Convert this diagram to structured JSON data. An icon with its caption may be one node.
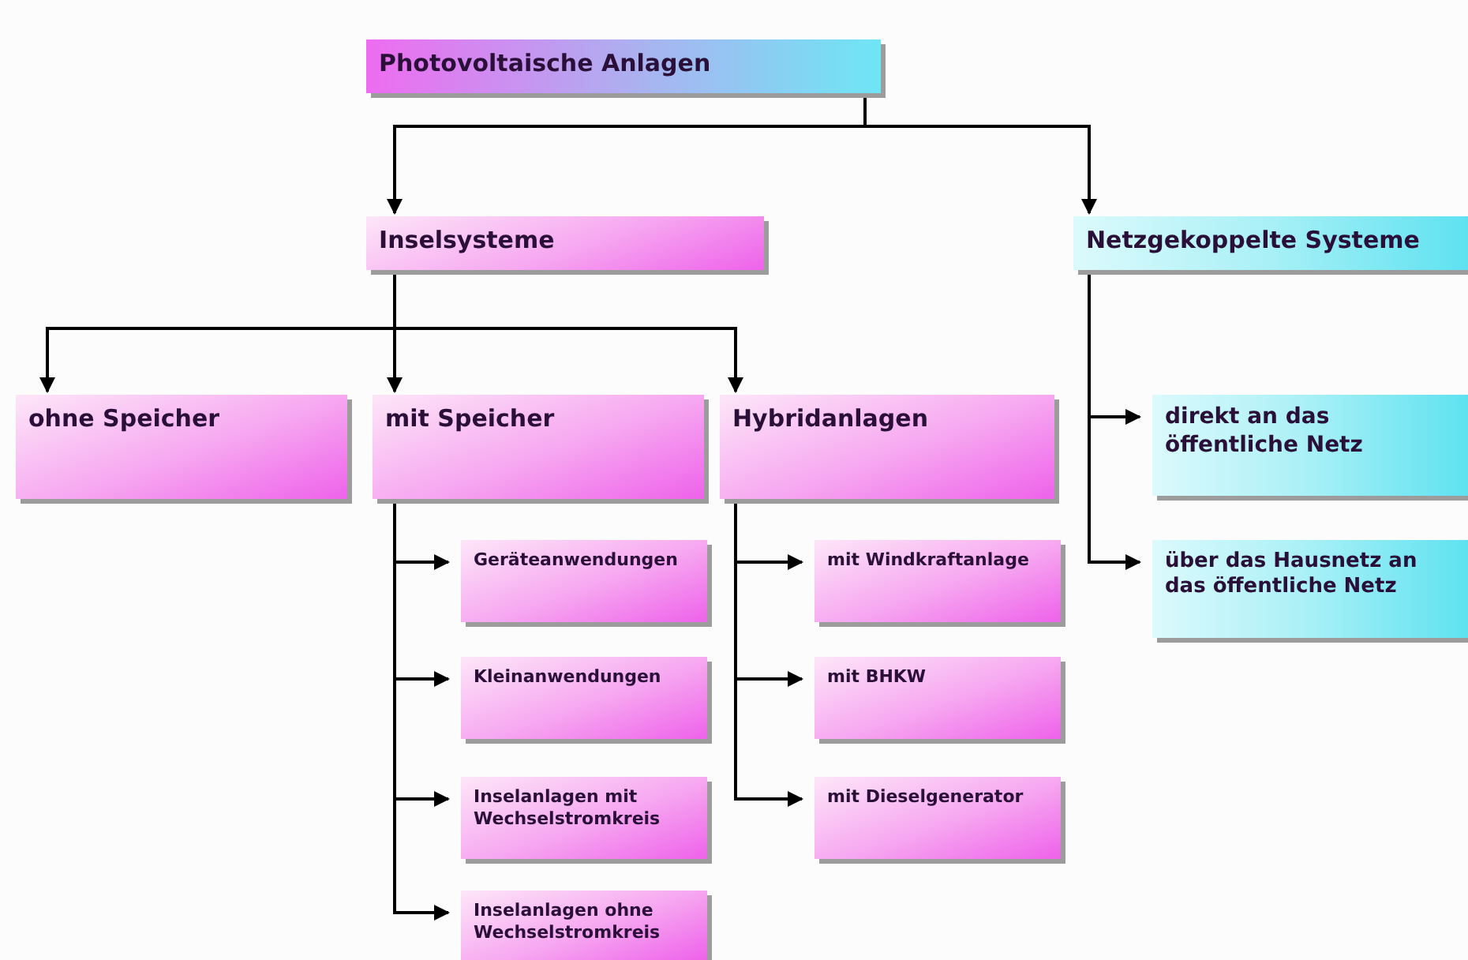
{
  "diagram": {
    "nodes": [
      {
        "text": [
          "Photovoltaische Anlagen"
        ]
      },
      {
        "text": [
          "Inselsysteme"
        ]
      },
      {
        "text": [
          "Netzgekoppelte Systeme"
        ]
      },
      {
        "text": [
          "ohne Speicher"
        ]
      },
      {
        "text": [
          "mit Speicher"
        ]
      },
      {
        "text": [
          "Hybridanlagen"
        ]
      },
      {
        "text": [
          "Geräteanwendungen"
        ]
      },
      {
        "text": [
          "Kleinanwendungen"
        ]
      },
      {
        "text": [
          "Inselanlagen mit Wechselstromkreis"
        ]
      },
      {
        "text": [
          "Inselanlagen ohne Wechselstromkreis"
        ]
      },
      {
        "text": [
          "mit Windkraftanlage"
        ]
      },
      {
        "text": [
          "mit BHKW"
        ]
      },
      {
        "text": [
          "mit Dieselgenerator"
        ]
      },
      {
        "text": [
          "direkt an das öffentliche Netz"
        ]
      },
      {
        "text": [
          "über das Hausnetz an das öffentliche Netz"
        ]
      }
    ],
    "edges": [
      {
        "from": 0,
        "to": 1,
        "arrow": "to"
      },
      {
        "from": 0,
        "to": 2,
        "arrow": "to"
      },
      {
        "from": 1,
        "to": 3,
        "arrow": "to"
      },
      {
        "from": 1,
        "to": 4,
        "arrow": "to"
      },
      {
        "from": 1,
        "to": 5,
        "arrow": "to"
      },
      {
        "from": 4,
        "to": 6,
        "arrow": "to"
      },
      {
        "from": 4,
        "to": 7,
        "arrow": "to"
      },
      {
        "from": 4,
        "to": 8,
        "arrow": "to"
      },
      {
        "from": 4,
        "to": 9,
        "arrow": "to"
      },
      {
        "from": 5,
        "to": 10,
        "arrow": "to"
      },
      {
        "from": 5,
        "to": 11,
        "arrow": "to"
      },
      {
        "from": 5,
        "to": 12,
        "arrow": "to"
      },
      {
        "from": 2,
        "to": 13,
        "arrow": "to"
      },
      {
        "from": 2,
        "to": 14,
        "arrow": "to"
      }
    ]
  }
}
